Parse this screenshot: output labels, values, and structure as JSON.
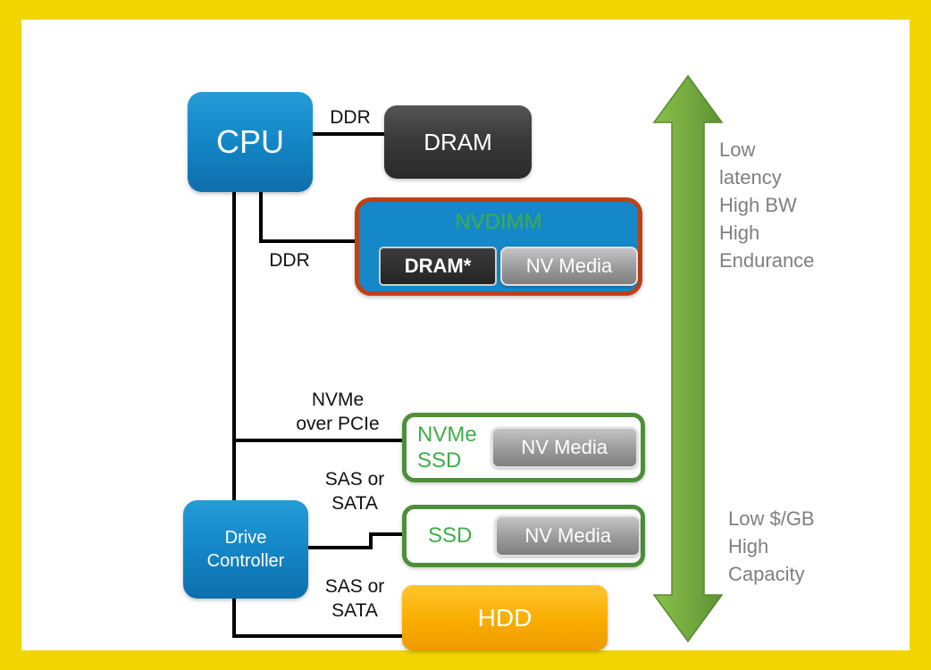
{
  "diagram": {
    "cpu_label": "CPU",
    "dram_label": "DRAM",
    "ddr_top_label": "DDR",
    "ddr_mid_label": "DDR",
    "nvdimm": {
      "title": "NVDIMM",
      "dram_label": "DRAM*",
      "nv_media_label": "NV Media"
    },
    "nvme_link_line1": "NVMe",
    "nvme_link_line2": "over PCIe",
    "nvme_ssd": {
      "line1": "NVMe",
      "line2": "SSD",
      "nv_media_label": "NV Media"
    },
    "sas_link_upper_line1": "SAS or",
    "sas_link_upper_line2": "SATA",
    "drive_controller_line1": "Drive",
    "drive_controller_line2": "Controller",
    "ssd": {
      "label": "SSD",
      "nv_media_label": "NV Media"
    },
    "sas_link_lower_line1": "SAS or",
    "sas_link_lower_line2": "SATA",
    "hdd_label": "HDD",
    "axis_top_lines": [
      "Low",
      "latency",
      "High BW",
      "High",
      "Endurance"
    ],
    "axis_bottom_lines": [
      "Low $/GB",
      "High",
      "Capacity"
    ]
  },
  "colors": {
    "frame_yellow": "#f2d500",
    "cpu_blue": "#1488c8",
    "nvdimm_border_orange": "#c04018",
    "green_text": "#3fae49",
    "green_border": "#4e8f3a",
    "arrow_green": "#71a83f",
    "hdd_orange": "#f9ad00",
    "gray_text": "#7f7f7f",
    "connector_black": "#000000"
  }
}
